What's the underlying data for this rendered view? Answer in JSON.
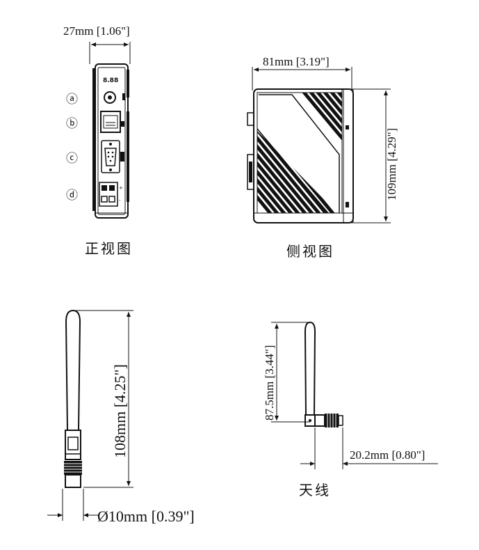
{
  "front_view": {
    "width_dim": "27mm [1.06\"]",
    "caption": "正视图",
    "markers": [
      "ⓐ",
      "ⓑ",
      "ⓒ",
      "ⓓ"
    ],
    "top_label": "8.88"
  },
  "side_view": {
    "width_dim": "81mm [3.19\"]",
    "height_dim": "109mm [4.29\"]",
    "caption": "侧视图"
  },
  "antenna_front": {
    "height_dim": "108mm [4.25\"]",
    "diameter_dim": "Ø10mm [0.39\"]"
  },
  "antenna_side": {
    "height_dim": "87.5mm [3.44\"]",
    "width_dim": "20.2mm [0.80\"]",
    "caption": "天线"
  }
}
